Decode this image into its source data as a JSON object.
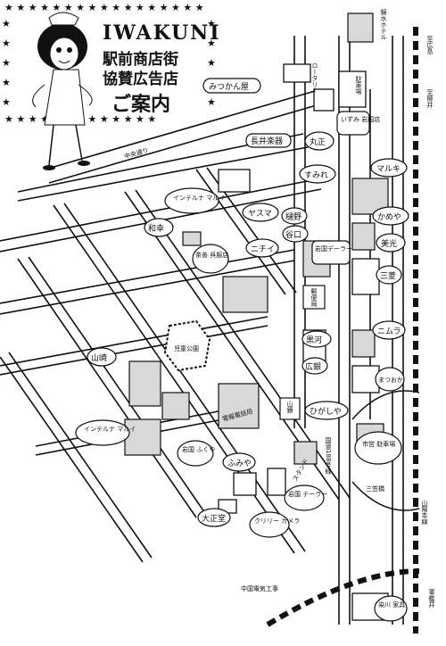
{
  "header": {
    "brand": "IWAKUNI",
    "line1": "駅前商店街",
    "line2": "協賛広告店",
    "line3": "ご案内"
  },
  "streets": {
    "chuo_dori": "中央通り",
    "rotary": "ロータリー",
    "kokudo_188": "国道188号線",
    "sanyo_line": "山陽本線",
    "gunmasui": "軍艦井",
    "east_hiroshima": "至広島",
    "west_yanai": "至柳井"
  },
  "places": {
    "mitsukanya": "みつかん屋",
    "nagai": "長井楽器",
    "marue": "丸正",
    "izumi": "いずみ 岩国店",
    "marukii": "マルキ",
    "sumire": "すみれ",
    "intel_maruy1": "インテルナ マルイ",
    "yasuma": "ヤスマ",
    "hino": "樋野",
    "nichii": "ニチイ",
    "taniguchi": "谷口",
    "waisho": "和幸",
    "chaban": "茶善 呉服店",
    "kamaya": "かめや",
    "biko": "美光",
    "sanryo": "三菱",
    "yubinkyoku": "郵便局",
    "okyu_dept": "岩国デーラー",
    "kuroda": "黒河",
    "hiroginn": "広銀",
    "nimura": "ニムラ",
    "matsuoka": "まつおか",
    "yamazaki": "山崎",
    "jido_park": "児童公園",
    "okou_hq": "電報電話局",
    "yamagin": "山銀",
    "higashiya": "ひがしや",
    "intel_maruy2": "インテルナ マルイ",
    "iwakuni_fukuya": "岩国 ふくや",
    "fumiya": "ふみや",
    "stand": "スタンド",
    "teira": "岩国 テーラー",
    "shiei_parking": "市営 駐車場",
    "sanbashi": "三笠橋",
    "daishokan": "大正堂",
    "kurire_camera": "クリリー カメラ",
    "chugoku_denki": "中国電気工事",
    "somekawa": "染川 家具",
    "kinsui_hotel": "錦水ホテル",
    "station": "駐車場"
  }
}
